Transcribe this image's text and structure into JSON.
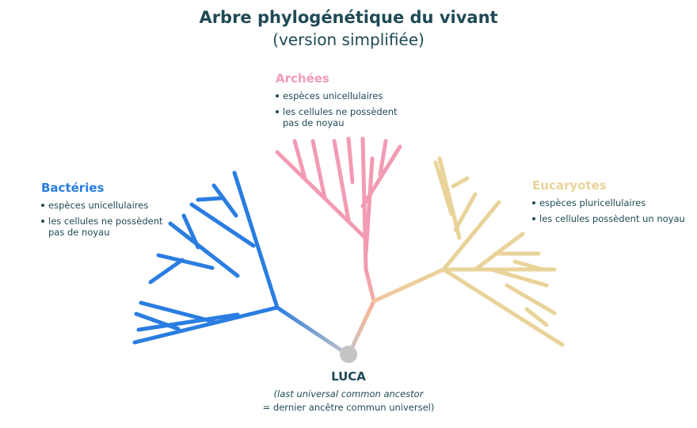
{
  "title": "Arbre phylogénétique du vivant",
  "subtitle": "(version simplifiée)",
  "groups": {
    "bacteries": {
      "name": "Bactéries",
      "color": "#2a7de1",
      "items": [
        "espèces unicellulaires",
        "les cellules ne possèdent pas de noyau"
      ]
    },
    "archees": {
      "name": "Archées",
      "color": "#f29bb3",
      "items": [
        "espèces unicellulaires",
        "les cellules ne possèdent pas de noyau"
      ]
    },
    "eucaryotes": {
      "name": "Eucaryotes",
      "color": "#e8d399",
      "items": [
        "espèces pluricellulaires",
        "les cellules possèdent un noyau"
      ]
    }
  },
  "luca": {
    "label": "LUCA",
    "line1": "(last universal common ancestor",
    "line2": "= dernier ancêtre commun universel)",
    "node_color": "#c4c4c4"
  },
  "text_color": "#1f4a56"
}
